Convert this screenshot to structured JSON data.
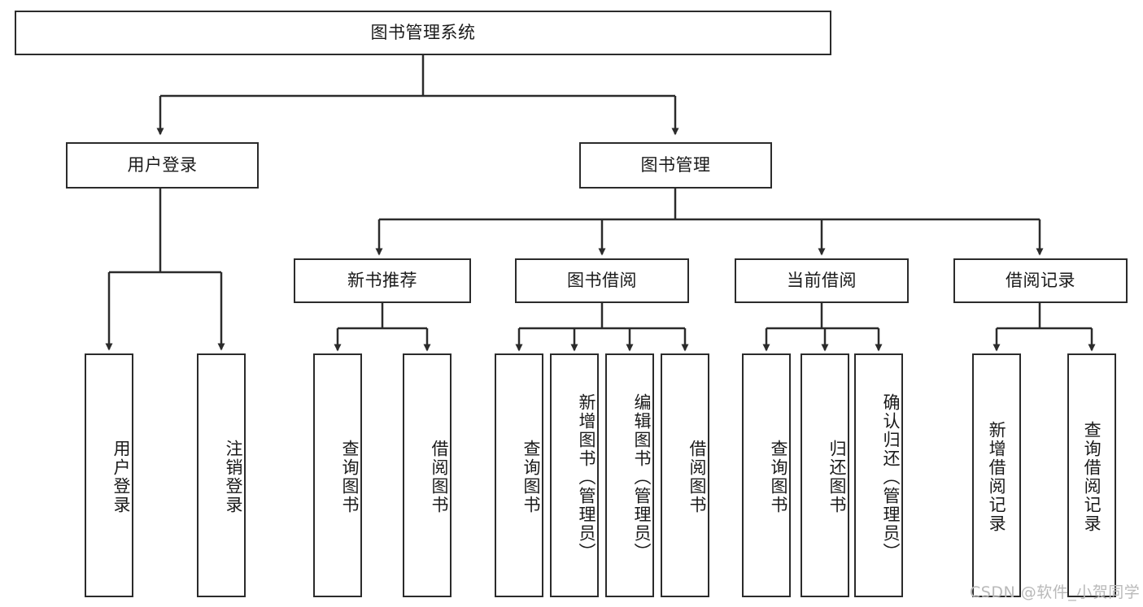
{
  "diagram": {
    "title": "图书管理系统",
    "watermark": "CSDN @软件_小贺同学",
    "line_color": "#2b2b2b",
    "box_fill": "#ffffff",
    "text_color": "#1a1a1a",
    "watermark_color": "#b9b9b9"
  },
  "root": {
    "label": "图书管理系统"
  },
  "level2": [
    {
      "label": "用户登录"
    },
    {
      "label": "图书管理"
    }
  ],
  "level3": [
    {
      "label": "新书推荐"
    },
    {
      "label": "图书借阅"
    },
    {
      "label": "当前借阅"
    },
    {
      "label": "借阅记录"
    }
  ],
  "leaves": {
    "user_login": [
      {
        "label": "用户登录"
      },
      {
        "label": "注销登录"
      }
    ],
    "new_book_recommend": [
      {
        "label": "查询图书"
      },
      {
        "label": "借阅图书"
      }
    ],
    "book_borrow": [
      {
        "label": "查询图书"
      },
      {
        "label": "新增图书（管理员）"
      },
      {
        "label": "编辑图书（管理员）"
      },
      {
        "label": "借阅图书"
      }
    ],
    "current_borrow": [
      {
        "label": "查询图书"
      },
      {
        "label": "归还图书"
      },
      {
        "label": "确认归还（管理员）"
      }
    ],
    "borrow_record": [
      {
        "label": "新增借阅记录"
      },
      {
        "label": "查询借阅记录"
      }
    ]
  }
}
